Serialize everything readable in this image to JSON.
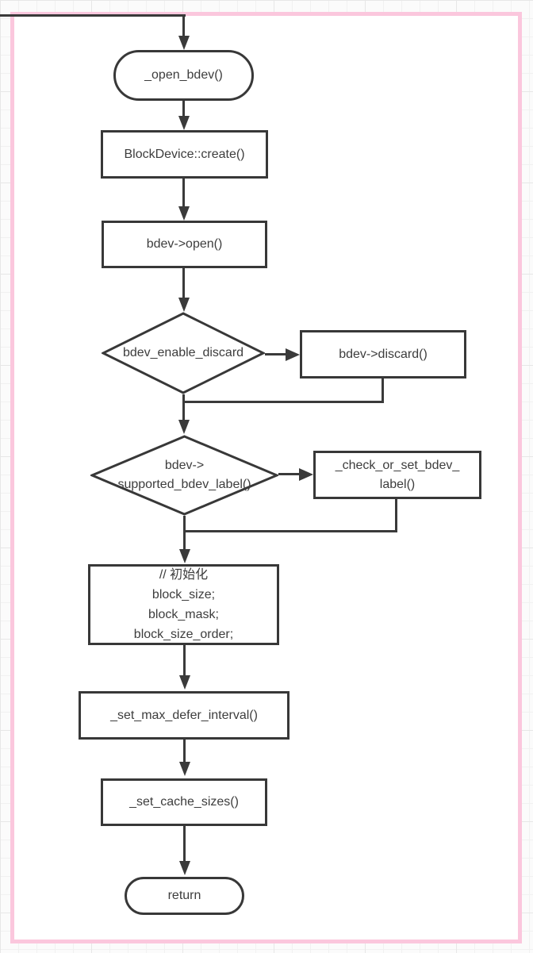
{
  "diagram": {
    "kind": "flowchart",
    "nodes": {
      "start": {
        "type": "terminator",
        "label": "_open_bdev()"
      },
      "create": {
        "type": "process",
        "label": "BlockDevice::create()"
      },
      "open": {
        "type": "process",
        "label": "bdev->open()"
      },
      "enable_discard": {
        "type": "decision",
        "label": "bdev_enable_discard"
      },
      "discard": {
        "type": "process",
        "label": "bdev->discard()"
      },
      "supported_label": {
        "type": "decision",
        "line1": "bdev->",
        "line2": "supported_bdev_label()"
      },
      "check_or_set": {
        "type": "process",
        "line1": "_check_or_set_bdev_",
        "line2": "label()"
      },
      "init": {
        "type": "process",
        "line1": "// 初始化",
        "line2": "block_size;",
        "line3": "block_mask;",
        "line4": "block_size_order;"
      },
      "set_max_defer": {
        "type": "process",
        "label": "_set_max_defer_interval()"
      },
      "set_cache": {
        "type": "process",
        "label": "_set_cache_sizes()"
      },
      "end": {
        "type": "terminator",
        "label": "return"
      }
    },
    "colors": {
      "frame_pink": "#fbc7dd",
      "connector": "#3a3a3a",
      "shape_border": "#383838",
      "shape_fill": "#ffffff",
      "text": "#3d3d3d",
      "grid_line": "#ededed",
      "outer_background": "#fbfbfb"
    }
  }
}
